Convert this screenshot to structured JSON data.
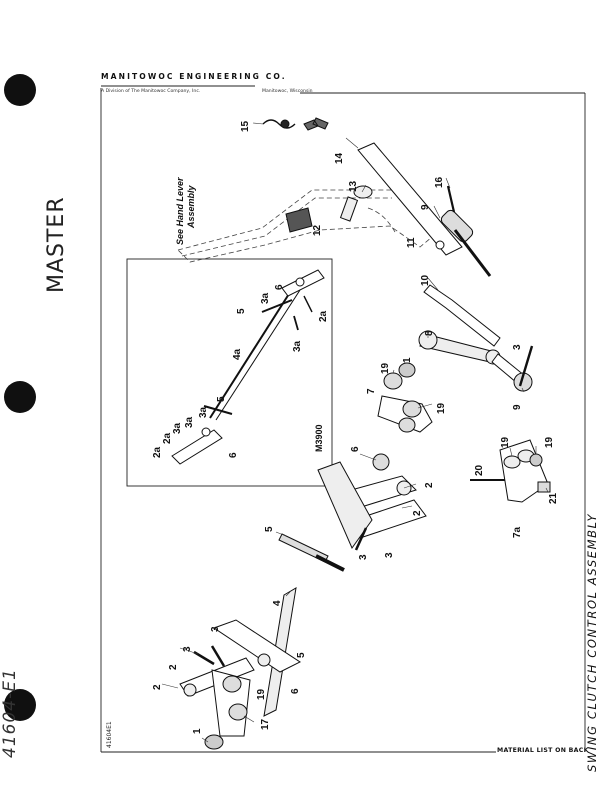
{
  "sheet": {
    "stamp": "MASTER",
    "handwritten": "41604-E1",
    "company": "MANITOWOC ENGINEERING CO.",
    "division": "A Division of The Manitowoc Company, Inc.",
    "location": "Manitowoc, Wisconsin",
    "title": "SWING CLUTCH CONTROL ASSEMBLY",
    "drawing_code": "41604E1",
    "footer_note": "MATERIAL LIST ON BACK"
  },
  "inset": {
    "model": "M3900",
    "labels": [
      "2a",
      "2a",
      "3a",
      "3a",
      "3a",
      "6",
      "5",
      "4a",
      "5",
      "3a",
      "6",
      "3a",
      "2a"
    ]
  },
  "callouts": {
    "see_hand_lever": [
      "See Hand Lever",
      "Assembly"
    ],
    "main_labels": [
      "15",
      "14",
      "13",
      "16",
      "12",
      "9",
      "11",
      "10",
      "8",
      "3",
      "1",
      "9",
      "19",
      "7",
      "19",
      "6",
      "19",
      "19",
      "20",
      "2",
      "2",
      "5",
      "3",
      "3",
      "21",
      "7a",
      "4",
      "3",
      "3",
      "2",
      "2",
      "5",
      "6",
      "19",
      "1",
      "17"
    ]
  }
}
